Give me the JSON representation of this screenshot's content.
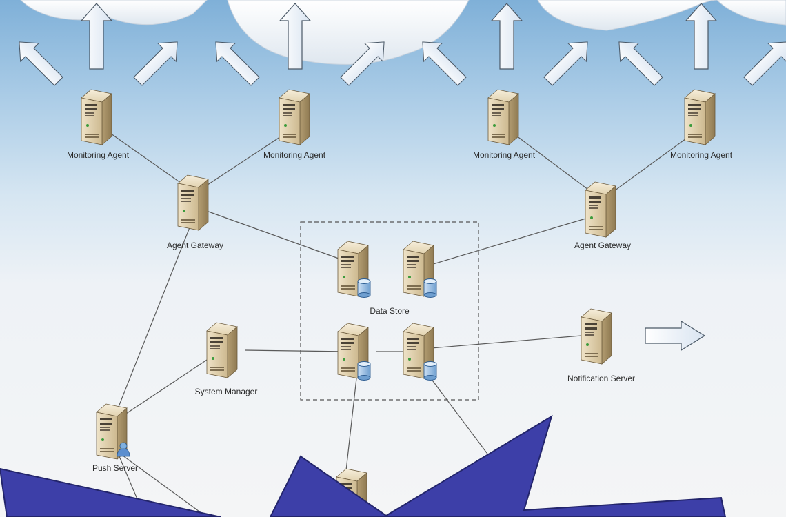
{
  "nodes": [
    {
      "id": "agent1",
      "label": "Monitoring Agent",
      "icon": "server-icon"
    },
    {
      "id": "agent2",
      "label": "Monitoring Agent",
      "icon": "server-icon"
    },
    {
      "id": "agent3",
      "label": "Monitoring Agent",
      "icon": "server-icon"
    },
    {
      "id": "agent4",
      "label": "Monitoring Agent",
      "icon": "server-icon"
    },
    {
      "id": "gateway1",
      "label": "Agent Gateway",
      "icon": "server-icon"
    },
    {
      "id": "gateway2",
      "label": "Agent Gateway",
      "icon": "server-icon"
    },
    {
      "id": "datastore",
      "label": "Data Store",
      "icon": "database-server-icon"
    },
    {
      "id": "sysmgr",
      "label": "System Manager",
      "icon": "server-icon"
    },
    {
      "id": "notify",
      "label": "Notification Server",
      "icon": "server-icon"
    },
    {
      "id": "push",
      "label": "Push Server",
      "icon": "user-server-icon"
    }
  ],
  "edges": [
    [
      "gateway1",
      "agent1"
    ],
    [
      "gateway1",
      "agent2"
    ],
    [
      "gateway2",
      "agent3"
    ],
    [
      "gateway2",
      "agent4"
    ],
    [
      "gateway1",
      "datastore"
    ],
    [
      "gateway2",
      "datastore"
    ],
    [
      "sysmgr",
      "datastore"
    ],
    [
      "datastore",
      "notify"
    ],
    [
      "push",
      "gateway1"
    ],
    [
      "push",
      "sysmgr"
    ]
  ],
  "colors": {
    "server_body": "#d8c9a8",
    "server_dark": "#a8936c",
    "database": "#9cc3e6",
    "overlay_burst": "#3d3fa8",
    "cloud": "#ffffff",
    "arrow": "#eef3fa"
  }
}
